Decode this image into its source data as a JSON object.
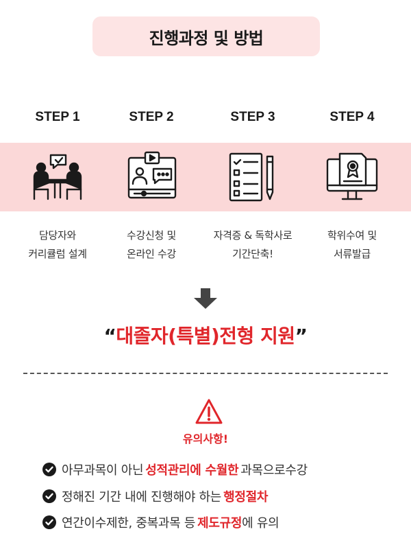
{
  "header": {
    "title": "진행과정 및 방법"
  },
  "steps": [
    {
      "label": "STEP 1",
      "icon": "consultation-icon",
      "desc1": "담당자와",
      "desc2": "커리큘럼 설계"
    },
    {
      "label": "STEP 2",
      "icon": "video-lecture-icon",
      "desc1": "수강신청 및",
      "desc2": "온라인 수강"
    },
    {
      "label": "STEP 3",
      "icon": "checklist-icon",
      "desc1": "자격증 & 독학사로",
      "desc2": "기간단축!"
    },
    {
      "label": "STEP 4",
      "icon": "certificate-monitor-icon",
      "desc1": "학위수여 및",
      "desc2": "서류발급"
    }
  ],
  "slogan": {
    "open_quote": "“",
    "text": "대졸자(특별)전형 지원",
    "close_quote": "”"
  },
  "caution": {
    "title": "유의사항!",
    "items": [
      {
        "pre": "아무과목이 아닌",
        "hl": "성적관리에 수월한",
        "post": "과목으로수강"
      },
      {
        "pre": "정해진 기간 내에 진행해야 하는",
        "hl": "행정절차",
        "post": ""
      },
      {
        "pre": "연간이수제한, 중복과목 등",
        "hl": "제도규정",
        "post": "에 유의"
      }
    ]
  },
  "colors": {
    "accent": "#e0262b",
    "band": "#fbd8d8",
    "title_bg": "#fde4e4"
  }
}
